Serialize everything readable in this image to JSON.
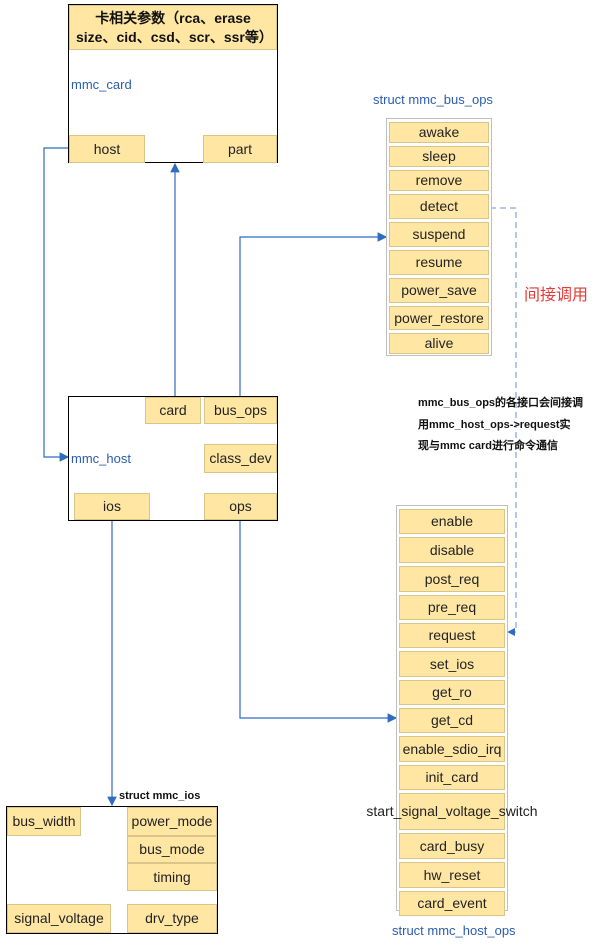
{
  "mmc_card": {
    "title": "卡相关参数（rca、erase size、cid、csd、scr、ssr等）",
    "name": "mmc_card",
    "host": "host",
    "part": "part"
  },
  "mmc_host": {
    "name": "mmc_host",
    "card": "card",
    "bus_ops": "bus_ops",
    "class_dev": "class_dev",
    "ios": "ios",
    "ops": "ops"
  },
  "bus_ops_struct": {
    "title": "struct mmc_bus_ops",
    "items": [
      "awake",
      "sleep",
      "remove",
      "detect",
      "suspend",
      "resume",
      "power_save",
      "power_restore",
      "alive"
    ]
  },
  "annotations": {
    "indirect": "间接调用",
    "note_line1": "mmc_bus_ops的各接口会间接调",
    "note_line2": "用mmc_host_ops->request实",
    "note_line3": "现与mmc card进行命令通信"
  },
  "host_ops_struct": {
    "title": "struct mmc_host_ops",
    "items": [
      "enable",
      "disable",
      "post_req",
      "pre_req",
      "request",
      "set_ios",
      "get_ro",
      "get_cd",
      "enable_sdio_irq",
      "init_card",
      "start_signal_voltage_switch",
      "card_busy",
      "hw_reset",
      "card_event"
    ]
  },
  "ios_struct": {
    "title": "struct mmc_ios",
    "bus_width": "bus_width",
    "power_mode": "power_mode",
    "bus_mode": "bus_mode",
    "timing": "timing",
    "signal_voltage": "signal_voltage",
    "drv_type": "drv_type"
  },
  "colors": {
    "cell": "#ffe7a3",
    "arrow": "#2f6cc0",
    "label": "#2a5db0",
    "red": "#e53935"
  }
}
